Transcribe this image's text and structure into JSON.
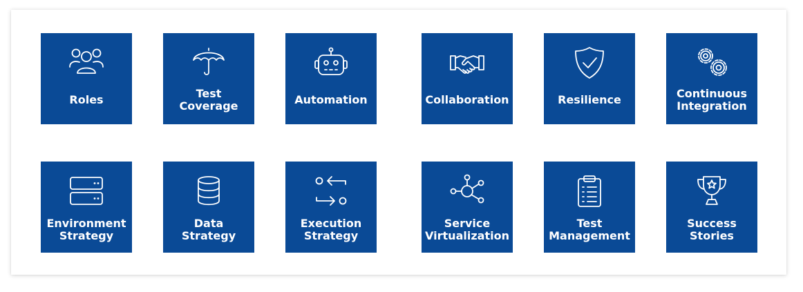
{
  "tiles": [
    {
      "label": "Roles",
      "icon": "people-icon"
    },
    {
      "label": "Test\nCoverage",
      "icon": "umbrella-icon"
    },
    {
      "label": "Automation",
      "icon": "robot-icon"
    },
    {
      "label": "Collaboration",
      "icon": "handshake-icon"
    },
    {
      "label": "Resilience",
      "icon": "shield-check-icon"
    },
    {
      "label": "Continuous\nIntegration",
      "icon": "gears-icon"
    },
    {
      "label": "Environment\nStrategy",
      "icon": "server-icon"
    },
    {
      "label": "Data\nStrategy",
      "icon": "database-icon"
    },
    {
      "label": "Execution\nStrategy",
      "icon": "flow-arrows-icon"
    },
    {
      "label": "Service\nVirtualization",
      "icon": "network-hub-icon"
    },
    {
      "label": "Test\nManagement",
      "icon": "clipboard-icon"
    },
    {
      "label": "Success\nStories",
      "icon": "trophy-icon"
    }
  ],
  "colors": {
    "tile": "#0a4a96",
    "text": "#ffffff"
  }
}
